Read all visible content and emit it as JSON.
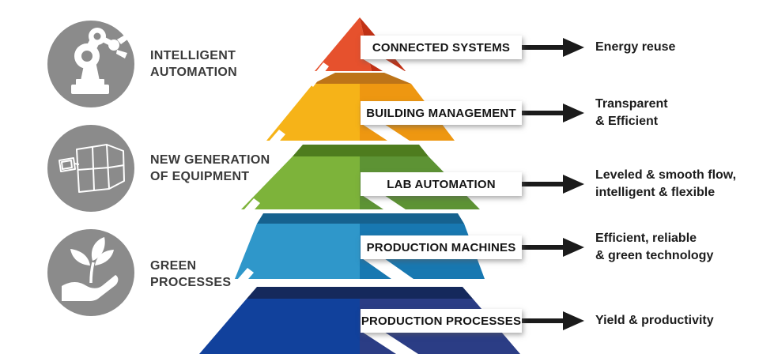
{
  "features": [
    {
      "icon": "robot-arm-icon",
      "line1": "INTELLIGENT",
      "line2": "AUTOMATION"
    },
    {
      "icon": "equipment-icon",
      "line1": "NEW GENERATION",
      "line2": "OF EQUIPMENT"
    },
    {
      "icon": "hand-plant-icon",
      "line1": "GREEN",
      "line2": "PROCESSES"
    }
  ],
  "pyramid": {
    "levels": [
      {
        "label": "CONNECTED SYSTEMS",
        "desc1": "Energy reuse",
        "desc2": "",
        "face_left": "#e6512d",
        "face_right": "#c23115",
        "cap": ""
      },
      {
        "label": "BUILDING MANAGEMENT",
        "desc1": "Transparent",
        "desc2": "& Efficient",
        "face_left": "#f6b318",
        "face_right": "#ee9711",
        "cap": "#bd7418"
      },
      {
        "label": "LAB AUTOMATION",
        "desc1": "Leveled & smooth flow,",
        "desc2": "intelligent & flexible",
        "face_left": "#7db33a",
        "face_right": "#5d9334",
        "cap": "#4e7c1e"
      },
      {
        "label": "PRODUCTION MACHINES",
        "desc1": "Efficient, reliable",
        "desc2": "& green technology",
        "face_left": "#2f97ca",
        "face_right": "#1878b1",
        "cap": "#16628f"
      },
      {
        "label": "PRODUCTION PROCESSES",
        "desc1": "Yield & productivity",
        "desc2": "",
        "face_left": "#11419c",
        "face_right": "#2b3d85",
        "cap": "#15295c"
      }
    ]
  },
  "colors": {
    "icon_circle": "#8b8b8b",
    "icon_glyph": "#ffffff",
    "arrow": "#1b1b1b",
    "feature_text": "#3a3a3a",
    "box_text": "#141414",
    "desc_text": "#1c1c1c"
  }
}
